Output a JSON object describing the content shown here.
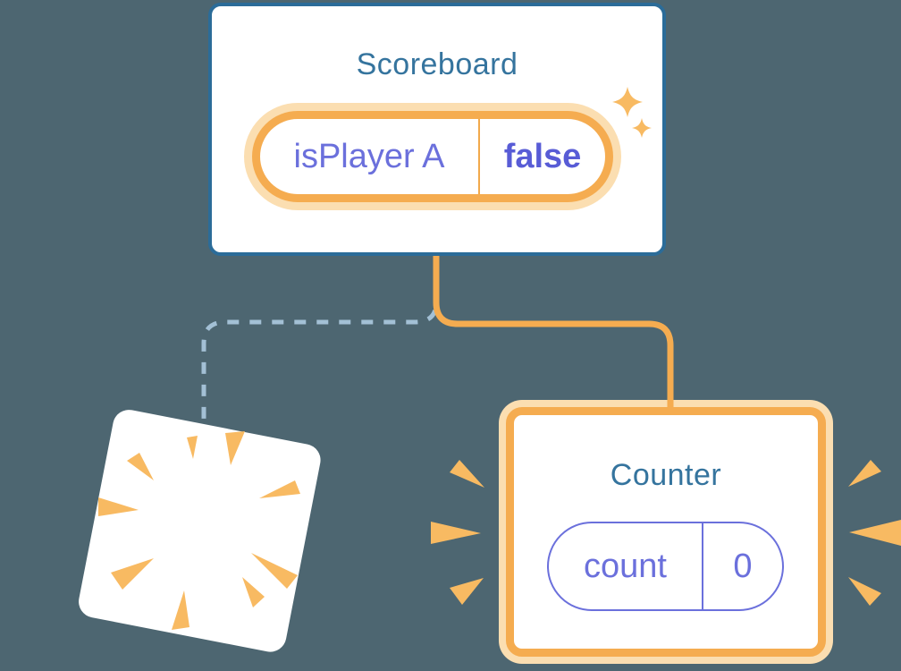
{
  "scoreboard": {
    "title": "Scoreboard",
    "state": {
      "label": "isPlayer A",
      "value": "false"
    }
  },
  "counter": {
    "title": "Counter",
    "state": {
      "label": "count",
      "value": "0"
    }
  },
  "icons": {
    "sparkles": "sparkles-icon",
    "poof_burst": "poof-burst-icon",
    "emphasis_left": "emphasis-burst-left-icon",
    "emphasis_right": "emphasis-burst-right-icon"
  },
  "edges": {
    "to_counter_style": "solid",
    "to_destroyed_style": "dashed"
  },
  "colors": {
    "bg": "#4D6671",
    "blue-border": "#2B6C99",
    "teal": "#35749E",
    "orange": "#F5AC50",
    "peach": "#FBDEB1",
    "divider-orange": "#F2A94B",
    "indigo": "#6B70DC",
    "indigo-dark": "#585CD6",
    "dash": "#A3C0D5",
    "burst": "#F8BA62"
  }
}
